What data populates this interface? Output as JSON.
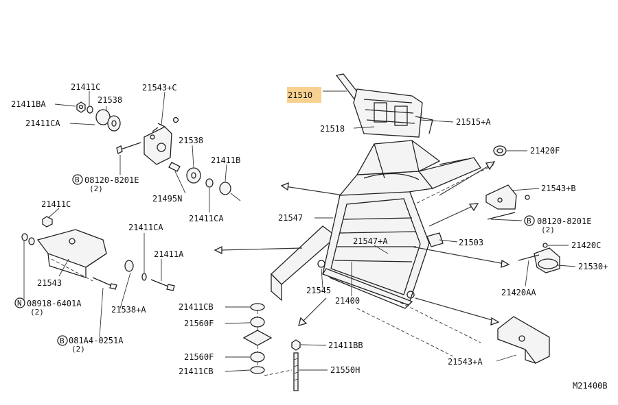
{
  "diagram": {
    "code": "M21400B",
    "labels": [
      {
        "id": "21411BA",
        "text": "21411BA"
      },
      {
        "id": "21411C_top",
        "text": "21411C"
      },
      {
        "id": "21538_top",
        "text": "21538"
      },
      {
        "id": "21411CA_top",
        "text": "21411CA"
      },
      {
        "id": "21543C",
        "text": "21543+C"
      },
      {
        "id": "21538_mid",
        "text": "21538"
      },
      {
        "id": "21411B",
        "text": "21411B"
      },
      {
        "id": "21495N",
        "text": "21495N"
      },
      {
        "id": "21411CA_mid",
        "text": "21411CA"
      },
      {
        "id": "bolt_left_top",
        "text": "08120-8201E"
      },
      {
        "id": "bolt_left_top_qty",
        "text": "(2)"
      },
      {
        "id": "21411C_left",
        "text": "21411C"
      },
      {
        "id": "21411CA_left",
        "text": "21411CA"
      },
      {
        "id": "21411A",
        "text": "21411A"
      },
      {
        "id": "21543",
        "text": "21543"
      },
      {
        "id": "nut_left",
        "text": "08918-6401A"
      },
      {
        "id": "nut_left_qty",
        "text": "(2)"
      },
      {
        "id": "21538A",
        "text": "21538+A"
      },
      {
        "id": "bolt_left_bottom",
        "text": "081A4-0251A"
      },
      {
        "id": "bolt_left_bottom_qty",
        "text": "(2)"
      },
      {
        "id": "21510",
        "text": "21510"
      },
      {
        "id": "21518",
        "text": "21518"
      },
      {
        "id": "21515A",
        "text": "21515+A"
      },
      {
        "id": "21420F",
        "text": "21420F"
      },
      {
        "id": "21543B",
        "text": "21543+B"
      },
      {
        "id": "bolt_right",
        "text": "08120-8201E"
      },
      {
        "id": "bolt_right_qty",
        "text": "(2)"
      },
      {
        "id": "21547",
        "text": "21547"
      },
      {
        "id": "21547A",
        "text": "21547+A"
      },
      {
        "id": "21503",
        "text": "21503"
      },
      {
        "id": "21420C",
        "text": "21420C"
      },
      {
        "id": "21530",
        "text": "21530+"
      },
      {
        "id": "21420AA",
        "text": "21420AA"
      },
      {
        "id": "21545",
        "text": "21545"
      },
      {
        "id": "21400",
        "text": "21400"
      },
      {
        "id": "21411CB_top",
        "text": "21411CB"
      },
      {
        "id": "21560F_top",
        "text": "21560F"
      },
      {
        "id": "21411BB",
        "text": "21411BB"
      },
      {
        "id": "21560F_bottom",
        "text": "21560F"
      },
      {
        "id": "21411CB_bottom",
        "text": "21411CB"
      },
      {
        "id": "21550H",
        "text": "21550H"
      },
      {
        "id": "21543A",
        "text": "21543+A"
      }
    ],
    "circled": {
      "b": "B",
      "n": "N"
    }
  }
}
